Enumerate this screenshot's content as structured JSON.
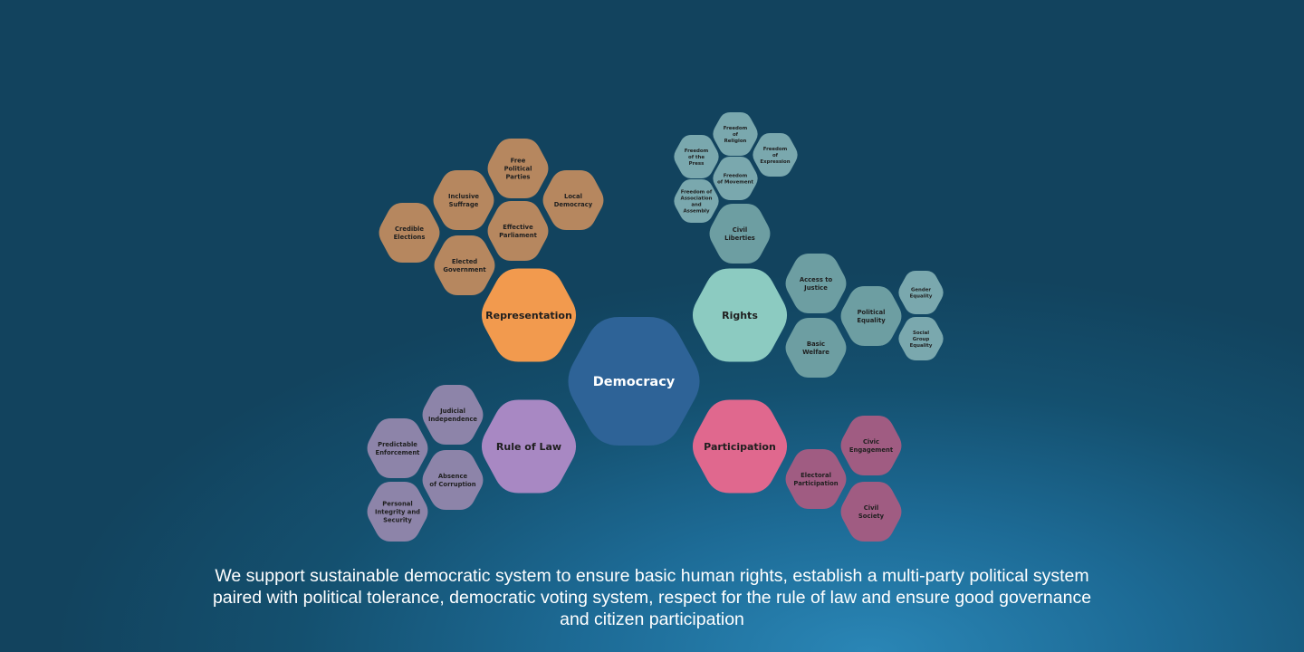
{
  "colors": {
    "democracy": "#2e6397",
    "representation": "#f29a4e",
    "representation_sub": "#b6875f",
    "rights": "#8ccbc1",
    "rights_sub": "#6d9ea2",
    "rights_sub_light": "#7aa8ae",
    "participation": "#e0688e",
    "participation_sub": "#a05c82",
    "rule_of_law": "#a888c3",
    "rule_of_law_sub": "#8d84a9"
  },
  "center": {
    "label": "Democracy"
  },
  "pillars": {
    "representation": {
      "label": "Representation",
      "items": [
        [
          "Free",
          "Political",
          "Parties"
        ],
        [
          "Inclusive",
          "Suffrage"
        ],
        [
          "Local",
          "Democracy"
        ],
        [
          "Credible",
          "Elections"
        ],
        [
          "Effective",
          "Parliament"
        ],
        [
          "Elected",
          "Government"
        ]
      ]
    },
    "rights": {
      "label": "Rights",
      "civil_liberties": {
        "label": [
          "Civil",
          "Liberties"
        ],
        "items": [
          [
            "Freedom",
            "of",
            "Religion"
          ],
          [
            "Freedom",
            "of the",
            "Press"
          ],
          [
            "Freedom",
            "of",
            "Expression"
          ],
          [
            "Freedom",
            "of Movement"
          ],
          [
            "Freedom of",
            "Association",
            "and",
            "Assembly"
          ]
        ]
      },
      "items": [
        [
          "Access to",
          "Justice"
        ],
        [
          "Basic",
          "Welfare"
        ]
      ],
      "political_equality": {
        "label": [
          "Political",
          "Equality"
        ],
        "items": [
          [
            "Gender",
            "Equality"
          ],
          [
            "Social",
            "Group",
            "Equality"
          ]
        ]
      }
    },
    "rule_of_law": {
      "label": "Rule of Law",
      "items": [
        [
          "Judicial",
          "Independence"
        ],
        [
          "Predictable",
          "Enforcement"
        ],
        [
          "Absence",
          "of Corruption"
        ],
        [
          "Personal",
          "Integrity and",
          "Security"
        ]
      ]
    },
    "participation": {
      "label": "Participation",
      "items": [
        [
          "Civic",
          "Engagement"
        ],
        [
          "Electoral",
          "Participation"
        ],
        [
          "Civil",
          "Society"
        ]
      ]
    }
  },
  "caption": "We support sustainable democratic system to ensure basic human rights, establish a multi-party political system paired with political tolerance, democratic voting system, respect for the rule of law and ensure good governance and citizen participation"
}
